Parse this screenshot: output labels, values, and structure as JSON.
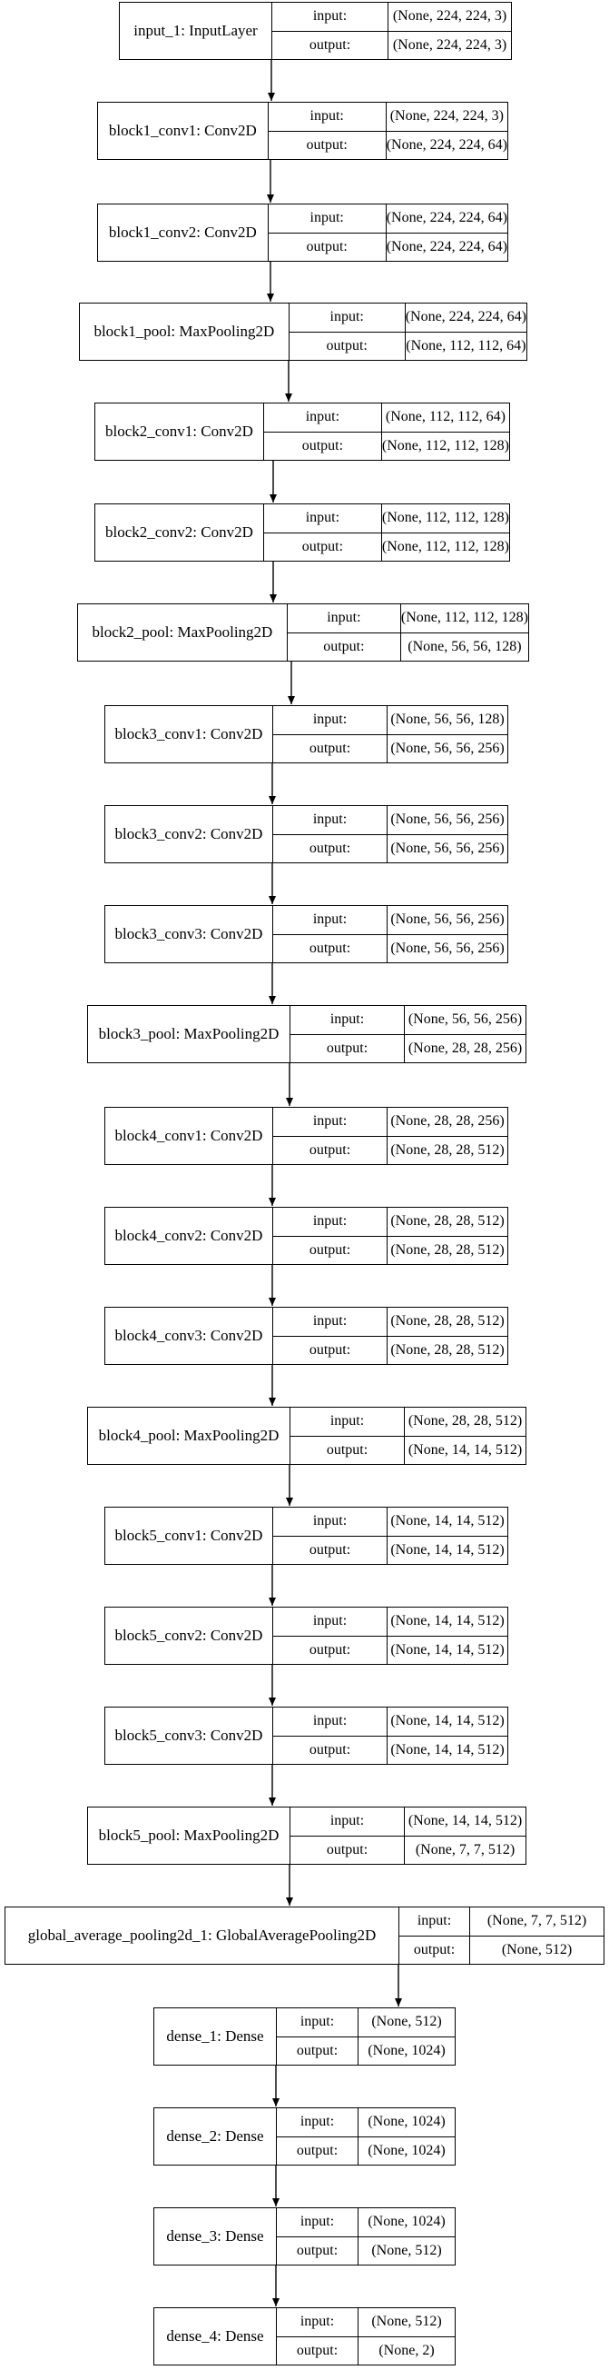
{
  "layers": [
    {
      "name": "input_1: InputLayer",
      "input_label": "input:",
      "input": "(None, 224, 224, 3)",
      "output_label": "output:",
      "output": "(None, 224, 224, 3)"
    },
    {
      "name": "block1_conv1: Conv2D",
      "input_label": "input:",
      "input": "(None, 224, 224, 3)",
      "output_label": "output:",
      "output": "(None, 224, 224, 64)"
    },
    {
      "name": "block1_conv2: Conv2D",
      "input_label": "input:",
      "input": "(None, 224, 224, 64)",
      "output_label": "output:",
      "output": "(None, 224, 224, 64)"
    },
    {
      "name": "block1_pool: MaxPooling2D",
      "input_label": "input:",
      "input": "(None, 224, 224, 64)",
      "output_label": "output:",
      "output": "(None, 112, 112, 64)"
    },
    {
      "name": "block2_conv1: Conv2D",
      "input_label": "input:",
      "input": "(None, 112, 112, 64)",
      "output_label": "output:",
      "output": "(None, 112, 112, 128)"
    },
    {
      "name": "block2_conv2: Conv2D",
      "input_label": "input:",
      "input": "(None, 112, 112, 128)",
      "output_label": "output:",
      "output": "(None, 112, 112, 128)"
    },
    {
      "name": "block2_pool: MaxPooling2D",
      "input_label": "input:",
      "input": "(None, 112, 112, 128)",
      "output_label": "output:",
      "output": "(None, 56, 56, 128)"
    },
    {
      "name": "block3_conv1: Conv2D",
      "input_label": "input:",
      "input": "(None, 56, 56, 128)",
      "output_label": "output:",
      "output": "(None, 56, 56, 256)"
    },
    {
      "name": "block3_conv2: Conv2D",
      "input_label": "input:",
      "input": "(None, 56, 56, 256)",
      "output_label": "output:",
      "output": "(None, 56, 56, 256)"
    },
    {
      "name": "block3_conv3: Conv2D",
      "input_label": "input:",
      "input": "(None, 56, 56, 256)",
      "output_label": "output:",
      "output": "(None, 56, 56, 256)"
    },
    {
      "name": "block3_pool: MaxPooling2D",
      "input_label": "input:",
      "input": "(None, 56, 56, 256)",
      "output_label": "output:",
      "output": "(None, 28, 28, 256)"
    },
    {
      "name": "block4_conv1: Conv2D",
      "input_label": "input:",
      "input": "(None, 28, 28, 256)",
      "output_label": "output:",
      "output": "(None, 28, 28, 512)"
    },
    {
      "name": "block4_conv2: Conv2D",
      "input_label": "input:",
      "input": "(None, 28, 28, 512)",
      "output_label": "output:",
      "output": "(None, 28, 28, 512)"
    },
    {
      "name": "block4_conv3: Conv2D",
      "input_label": "input:",
      "input": "(None, 28, 28, 512)",
      "output_label": "output:",
      "output": "(None, 28, 28, 512)"
    },
    {
      "name": "block4_pool: MaxPooling2D",
      "input_label": "input:",
      "input": "(None, 28, 28, 512)",
      "output_label": "output:",
      "output": "(None, 14, 14, 512)"
    },
    {
      "name": "block5_conv1: Conv2D",
      "input_label": "input:",
      "input": "(None, 14, 14, 512)",
      "output_label": "output:",
      "output": "(None, 14, 14, 512)"
    },
    {
      "name": "block5_conv2: Conv2D",
      "input_label": "input:",
      "input": "(None, 14, 14, 512)",
      "output_label": "output:",
      "output": "(None, 14, 14, 512)"
    },
    {
      "name": "block5_conv3: Conv2D",
      "input_label": "input:",
      "input": "(None, 14, 14, 512)",
      "output_label": "output:",
      "output": "(None, 14, 14, 512)"
    },
    {
      "name": "block5_pool: MaxPooling2D",
      "input_label": "input:",
      "input": "(None, 14, 14, 512)",
      "output_label": "output:",
      "output": "(None, 7, 7, 512)"
    },
    {
      "name": "global_average_pooling2d_1: GlobalAveragePooling2D",
      "input_label": "input:",
      "input": "(None, 7, 7, 512)",
      "output_label": "output:",
      "output": "(None, 512)"
    },
    {
      "name": "dense_1: Dense",
      "input_label": "input:",
      "input": "(None, 512)",
      "output_label": "output:",
      "output": "(None, 1024)"
    },
    {
      "name": "dense_2: Dense",
      "input_label": "input:",
      "input": "(None, 1024)",
      "output_label": "output:",
      "output": "(None, 1024)"
    },
    {
      "name": "dense_3: Dense",
      "input_label": "input:",
      "input": "(None, 1024)",
      "output_label": "output:",
      "output": "(None, 512)"
    },
    {
      "name": "dense_4: Dense",
      "input_label": "input:",
      "input": "(None, 512)",
      "output_label": "output:",
      "output": "(None, 2)"
    }
  ]
}
